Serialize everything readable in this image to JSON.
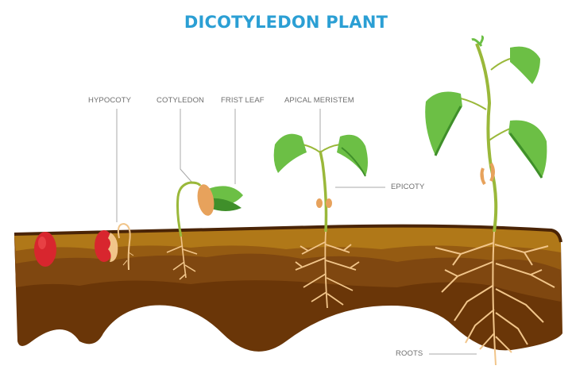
{
  "title": "DICOTYLEDON PLANT",
  "labels": {
    "hypocotyl": "HYPOCOTY",
    "cotyledon": "COTYLEDON",
    "first_leaf": "FRIST LEAF",
    "apical_meristem": "APICAL MERISTEM",
    "epicotyl": "EPICOTY",
    "roots": "ROOTS"
  },
  "stages": [
    {
      "name": "seed",
      "description": "red bean seed in soil"
    },
    {
      "name": "germinating-seed",
      "description": "seed splitting with radicle/hypocotyl emerging"
    },
    {
      "name": "seedling",
      "description": "hooked stem with cotyledon and first leaves"
    },
    {
      "name": "young-plant",
      "description": "two leaves, cotyledons on stem, branched roots"
    },
    {
      "name": "mature-plant",
      "description": "tall stem with four leaves and extensive roots"
    }
  ],
  "colors": {
    "title": "#2b9fd4",
    "label_text": "#6e6e6e",
    "leader_line": "#a8a8a8",
    "soil_top": "#b07818",
    "soil_mid": "#8e5510",
    "soil_deep": "#6a3608",
    "soil_edge": "#4a2406",
    "seed": "#d8262e",
    "root": "#f1c58a",
    "stem": "#9ab83a",
    "leaf": "#6cbf45",
    "leaf_dark": "#3f8f2a",
    "cotyledon": "#e7a25c"
  }
}
